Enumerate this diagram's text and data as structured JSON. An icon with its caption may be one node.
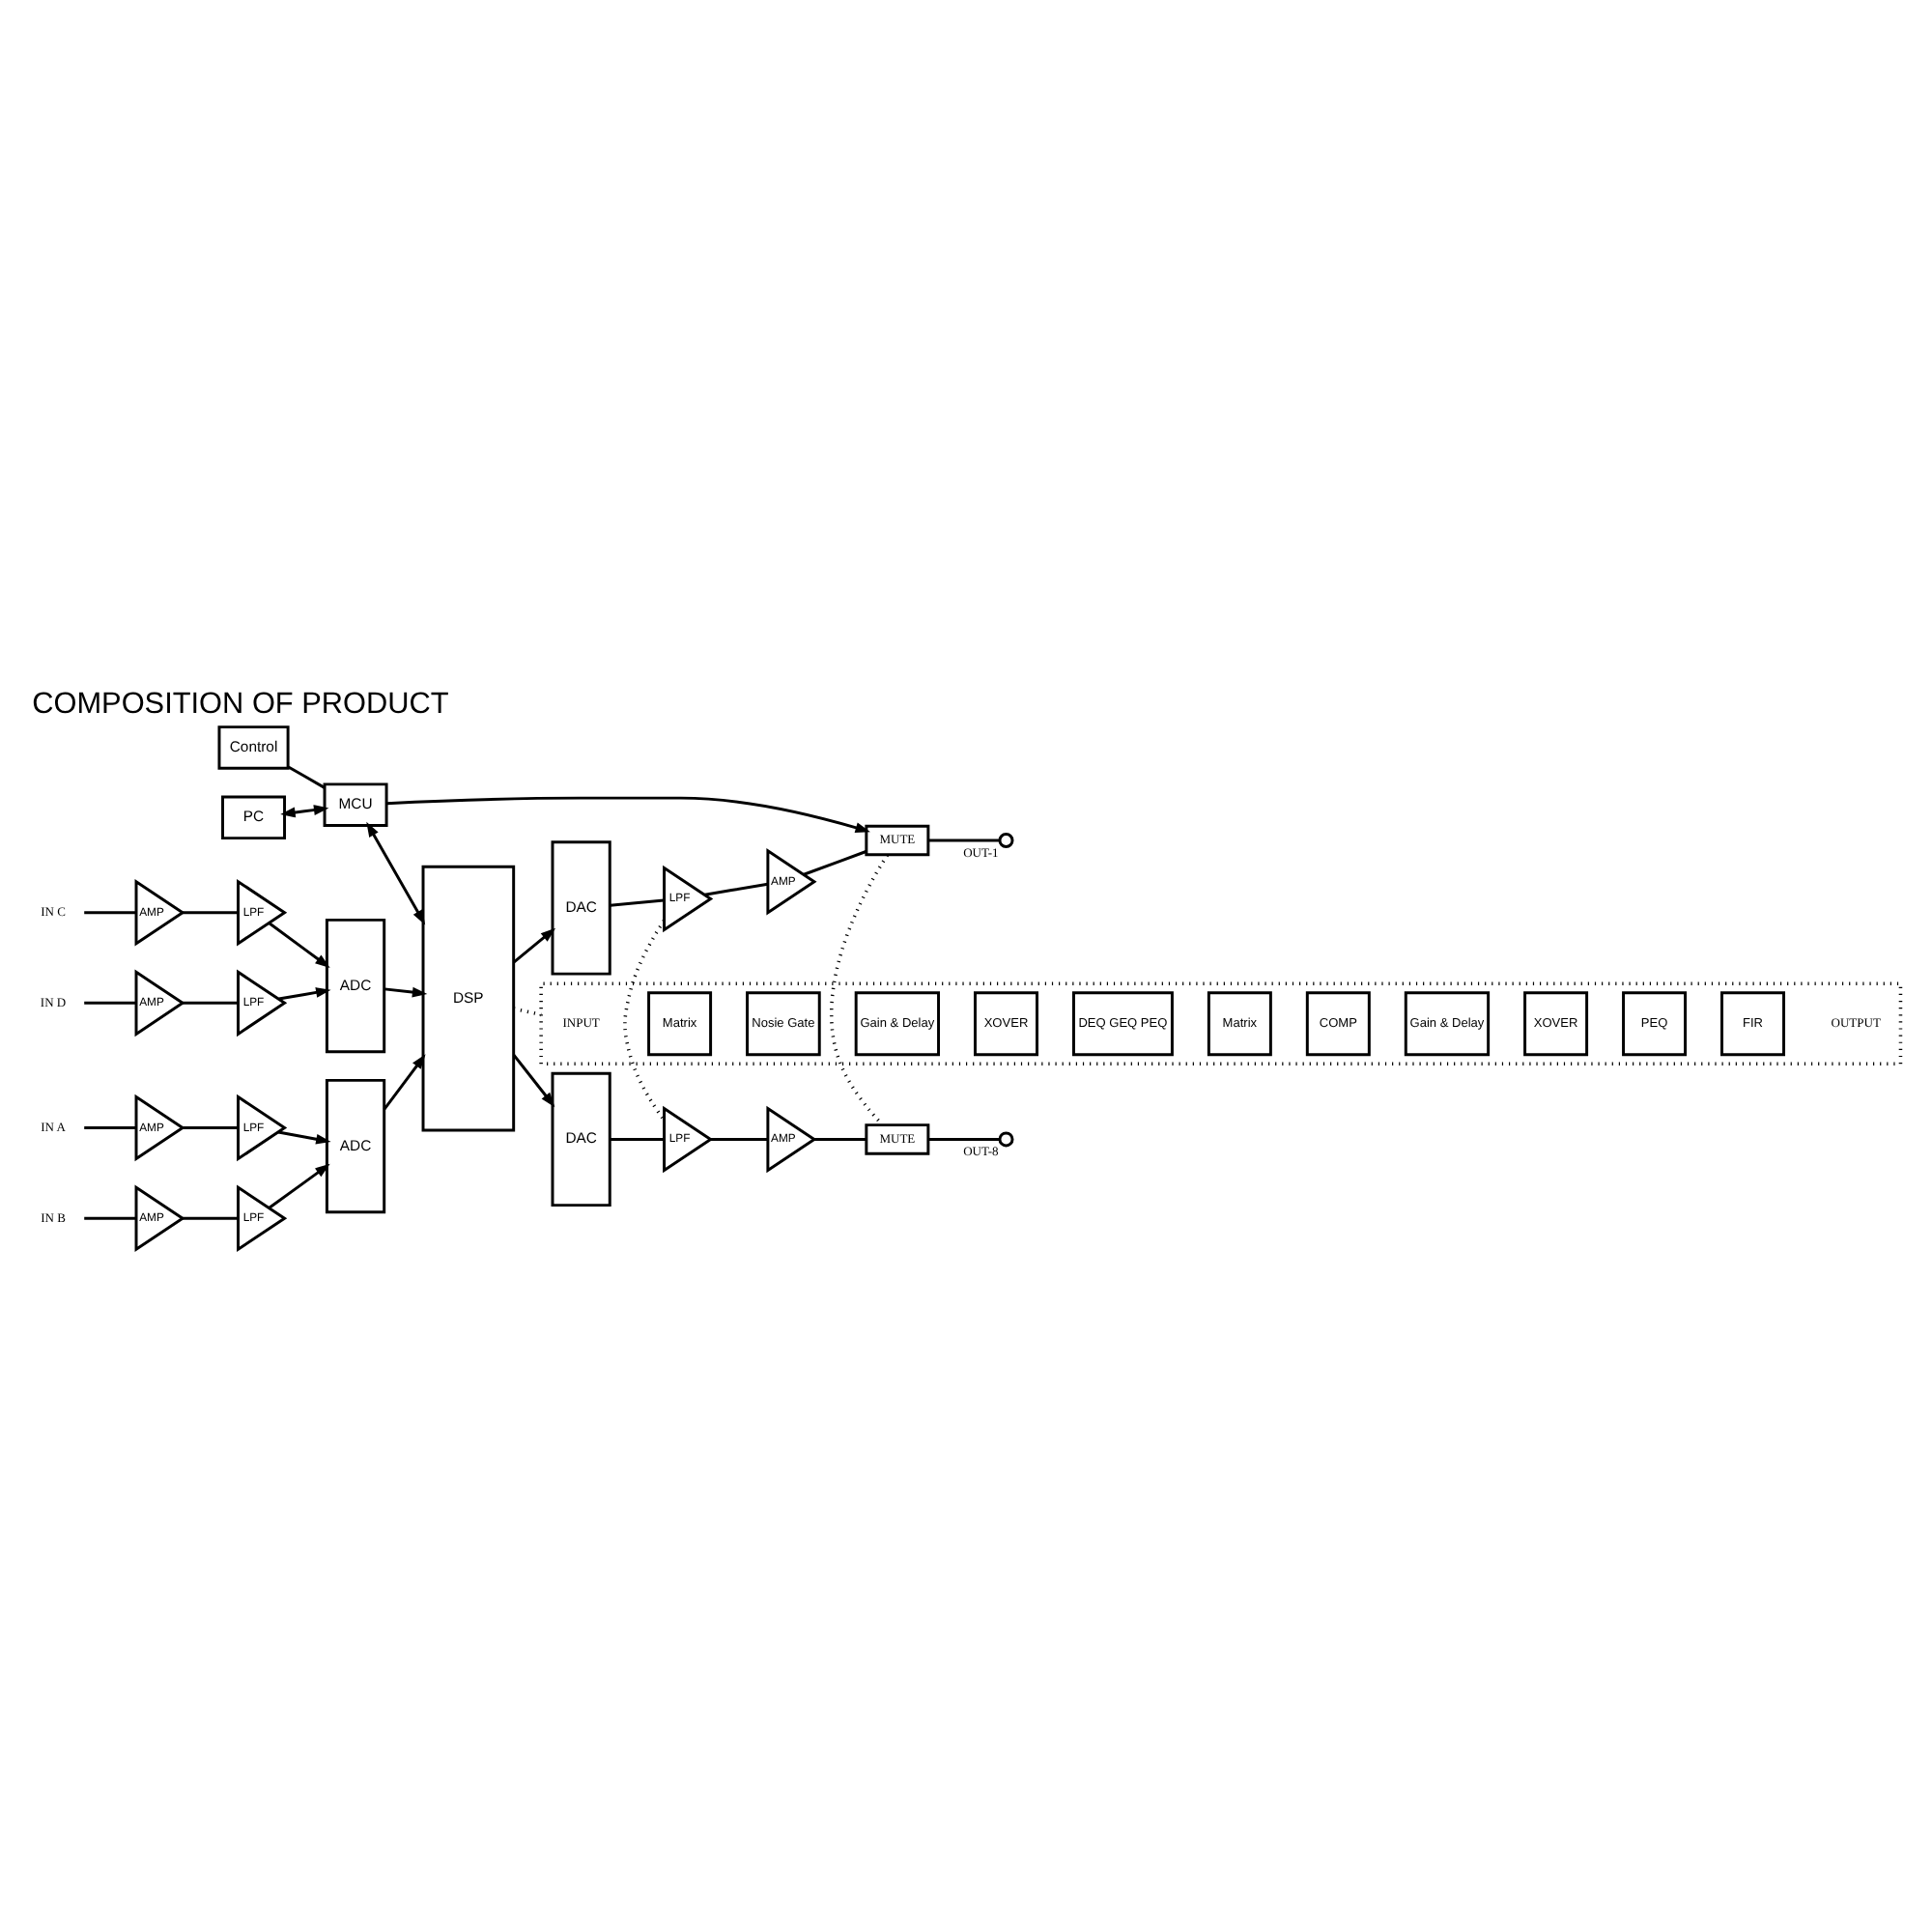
{
  "diagram": {
    "title": "COMPOSITION OF PRODUCT",
    "nodes": [
      {
        "text": [
          "Control"
        ]
      },
      {
        "text": [
          "PC"
        ]
      },
      {
        "text": [
          "MCU"
        ]
      },
      {
        "text": [
          "IN A"
        ]
      },
      {
        "text": [
          "AMP"
        ]
      },
      {
        "text": [
          "LPF"
        ]
      },
      {
        "text": [
          "IN B"
        ]
      },
      {
        "text": [
          "AMP"
        ]
      },
      {
        "text": [
          "LPF"
        ]
      },
      {
        "text": [
          "IN C"
        ]
      },
      {
        "text": [
          "AMP"
        ]
      },
      {
        "text": [
          "LPF"
        ]
      },
      {
        "text": [
          "IN D"
        ]
      },
      {
        "text": [
          "AMP"
        ]
      },
      {
        "text": [
          "LPF"
        ]
      },
      {
        "text": [
          "ADC"
        ]
      },
      {
        "text": [
          "ADC"
        ]
      },
      {
        "text": [
          "DSP"
        ]
      },
      {
        "text": [
          "DAC"
        ]
      },
      {
        "text": [
          "DAC"
        ]
      },
      {
        "text": [
          "LPF"
        ]
      },
      {
        "text": [
          "AMP"
        ]
      },
      {
        "text": [
          "MUTE"
        ]
      },
      {
        "text": [],
        "shape": "circle",
        "beside": [
          "OUT-1"
        ]
      },
      {
        "text": [
          "LPF"
        ]
      },
      {
        "text": [
          "AMP"
        ]
      },
      {
        "text": [
          "MUTE"
        ]
      },
      {
        "text": [],
        "shape": "circle",
        "beside": [
          "OUT-8"
        ]
      },
      {
        "text": [],
        "shape": "box"
      },
      {
        "text": [
          "INPUT"
        ],
        "in": 28
      },
      {
        "text": [
          "Matrix"
        ],
        "in": 28
      },
      {
        "text": [
          "Nosie Gate"
        ],
        "in": 28
      },
      {
        "text": [
          "Gain & Delay"
        ],
        "in": 28
      },
      {
        "text": [
          "XOVER"
        ],
        "in": 28
      },
      {
        "text": [
          "DEQ GEQ PEQ"
        ],
        "in": 28
      },
      {
        "text": [
          "Matrix"
        ],
        "in": 28
      },
      {
        "text": [
          "COMP"
        ],
        "in": 28
      },
      {
        "text": [
          "Gain & Delay"
        ],
        "in": 28
      },
      {
        "text": [
          "XOVER"
        ],
        "in": 28
      },
      {
        "text": [
          "PEQ"
        ],
        "in": 28
      },
      {
        "text": [
          "FIR"
        ],
        "in": 28
      },
      {
        "text": [
          "OUTPUT"
        ],
        "in": 28
      }
    ],
    "edges": [
      {
        "from": 0,
        "to": 2,
        "arrow": "none"
      },
      {
        "from": 1,
        "to": 2,
        "arrow": "both"
      },
      {
        "from": 2,
        "to": 17,
        "arrow": "both"
      },
      {
        "from": 2,
        "to": 22,
        "arrow": "to"
      },
      {
        "from": 3,
        "to": 4,
        "arrow": "none"
      },
      {
        "from": 4,
        "to": 5,
        "arrow": "none"
      },
      {
        "from": 5,
        "to": 15,
        "arrow": "to"
      },
      {
        "from": 6,
        "to": 7,
        "arrow": "none"
      },
      {
        "from": 7,
        "to": 8,
        "arrow": "none"
      },
      {
        "from": 8,
        "to": 15,
        "arrow": "to"
      },
      {
        "from": 9,
        "to": 10,
        "arrow": "none"
      },
      {
        "from": 10,
        "to": 11,
        "arrow": "none"
      },
      {
        "from": 11,
        "to": 16,
        "arrow": "to"
      },
      {
        "from": 12,
        "to": 13,
        "arrow": "none"
      },
      {
        "from": 13,
        "to": 14,
        "arrow": "none"
      },
      {
        "from": 14,
        "to": 16,
        "arrow": "to"
      },
      {
        "from": 15,
        "to": 17,
        "arrow": "to"
      },
      {
        "from": 16,
        "to": 17,
        "arrow": "to"
      },
      {
        "from": 17,
        "to": 18,
        "arrow": "to"
      },
      {
        "from": 17,
        "to": 19,
        "arrow": "to"
      },
      {
        "from": 18,
        "to": 20,
        "arrow": "none"
      },
      {
        "from": 20,
        "to": 21,
        "arrow": "none"
      },
      {
        "from": 21,
        "to": 22,
        "arrow": "none"
      },
      {
        "from": 22,
        "to": 23,
        "arrow": "none"
      },
      {
        "from": 19,
        "to": 24,
        "arrow": "none"
      },
      {
        "from": 24,
        "to": 25,
        "arrow": "none"
      },
      {
        "from": 25,
        "to": 26,
        "arrow": "none"
      },
      {
        "from": 26,
        "to": 27,
        "arrow": "none"
      },
      {
        "from": 20,
        "to": 24,
        "arrow": "none",
        "style": "dashed"
      },
      {
        "from": 22,
        "to": 26,
        "arrow": "none",
        "style": "dashed"
      },
      {
        "from": 17,
        "to": 28,
        "arrow": "none",
        "style": "dashed"
      }
    ]
  }
}
